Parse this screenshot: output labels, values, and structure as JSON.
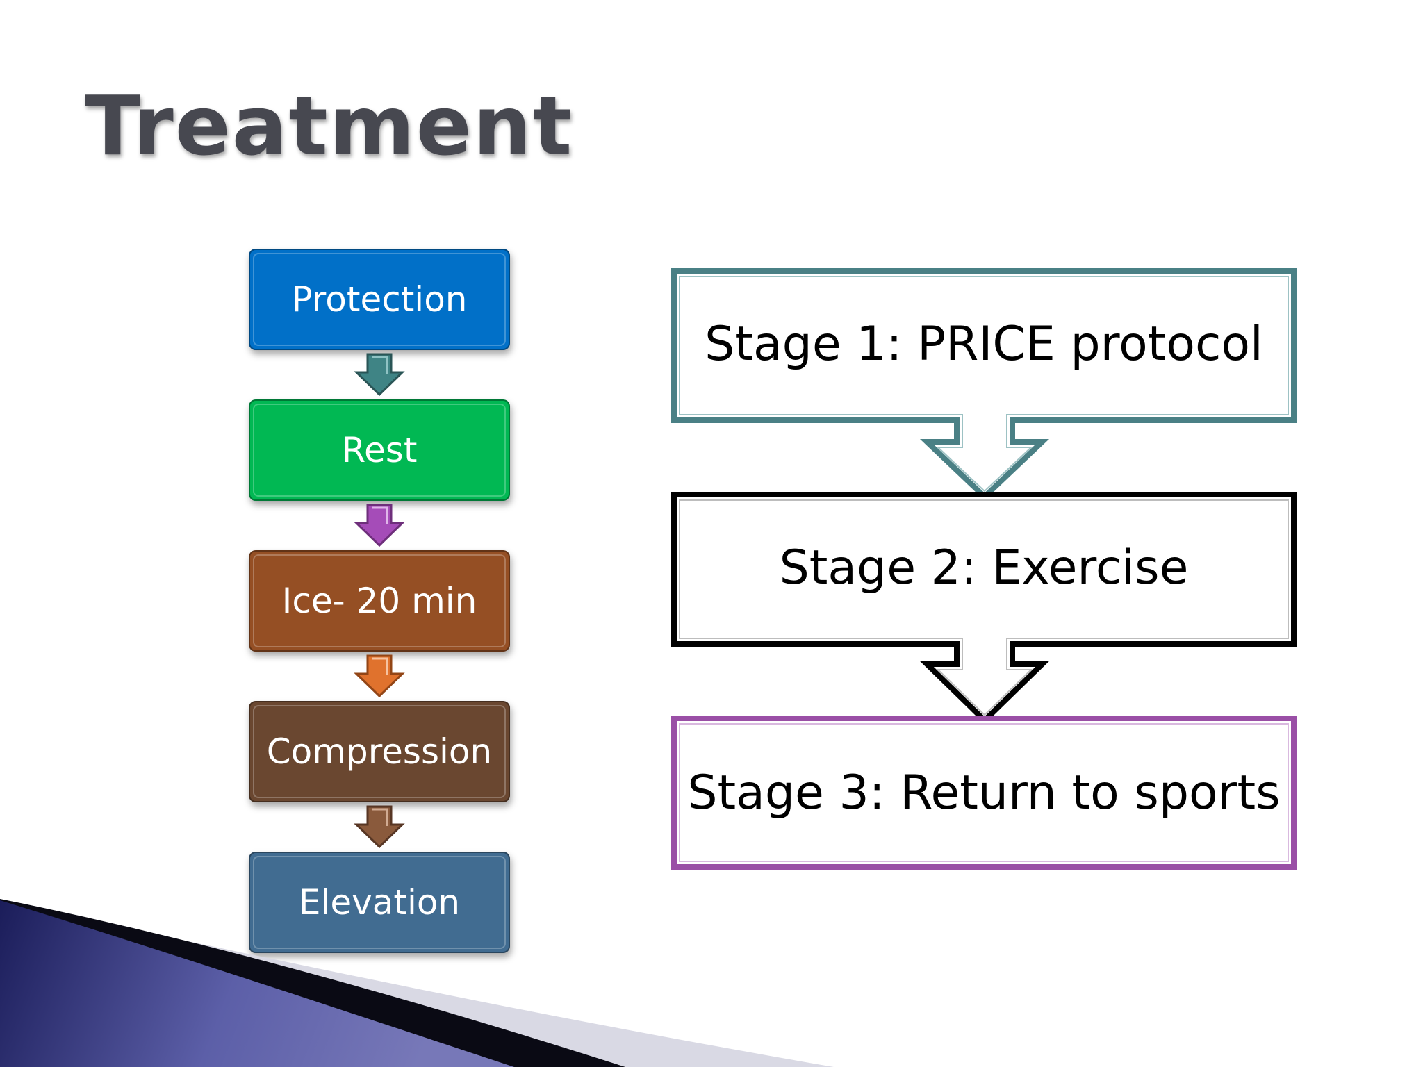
{
  "slide": {
    "title": "Treatment"
  },
  "price_steps": [
    {
      "label": "Protection",
      "color": "#0170c8"
    },
    {
      "label": "Rest",
      "color": "#01b853"
    },
    {
      "label": "Ice- 20 min",
      "color": "#954f24"
    },
    {
      "label": "Compression",
      "color": "#6a4730"
    },
    {
      "label": "Elevation",
      "color": "#416c91"
    }
  ],
  "connector_arrow_colors": [
    "#3f8485",
    "#a54cb8",
    "#e0722d",
    "#8a5a3c"
  ],
  "stages": [
    {
      "label": "Stage 1: PRICE protocol",
      "border_color": "#4a8085"
    },
    {
      "label": "Stage 2: Exercise",
      "border_color": "#000000"
    },
    {
      "label": "Stage 3: Return to sports",
      "border_color": "#9a4fa6"
    }
  ]
}
